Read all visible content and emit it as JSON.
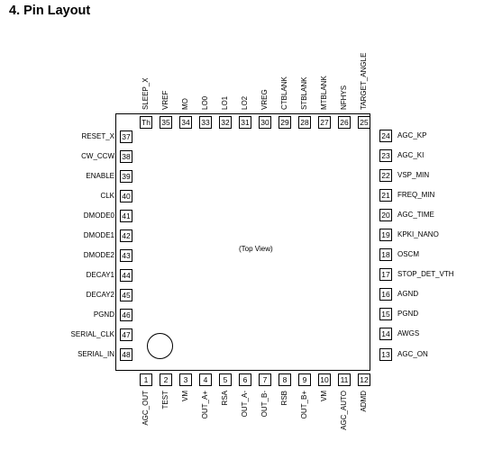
{
  "heading": "4. Pin Layout",
  "chip_center_label": "(Top View)",
  "pins": {
    "bottom": [
      {
        "num": "1",
        "name": "AGC_OUT"
      },
      {
        "num": "2",
        "name": "TEST"
      },
      {
        "num": "3",
        "name": "VM"
      },
      {
        "num": "4",
        "name": "OUT_A+"
      },
      {
        "num": "5",
        "name": "RSA"
      },
      {
        "num": "6",
        "name": "OUT_A-"
      },
      {
        "num": "7",
        "name": "OUT_B-"
      },
      {
        "num": "8",
        "name": "RSB"
      },
      {
        "num": "9",
        "name": "OUT_B+"
      },
      {
        "num": "10",
        "name": "VM"
      },
      {
        "num": "11",
        "name": "AGC_AUTO"
      },
      {
        "num": "12",
        "name": "ADMD"
      }
    ],
    "right": [
      {
        "num": "24",
        "name": "AGC_KP"
      },
      {
        "num": "23",
        "name": "AGC_KI"
      },
      {
        "num": "22",
        "name": "VSP_MIN"
      },
      {
        "num": "21",
        "name": "FREQ_MIN"
      },
      {
        "num": "20",
        "name": "AGC_TIME"
      },
      {
        "num": "19",
        "name": "KPKI_NANO"
      },
      {
        "num": "18",
        "name": "OSCM"
      },
      {
        "num": "17",
        "name": "STOP_DET_VTH"
      },
      {
        "num": "16",
        "name": "AGND"
      },
      {
        "num": "15",
        "name": "PGND"
      },
      {
        "num": "14",
        "name": "AWGS"
      },
      {
        "num": "13",
        "name": "AGC_ON"
      }
    ],
    "top": [
      {
        "num": "Th",
        "name": "SLEEP_X"
      },
      {
        "num": "35",
        "name": "VREF"
      },
      {
        "num": "34",
        "name": "MO"
      },
      {
        "num": "33",
        "name": "LO0"
      },
      {
        "num": "32",
        "name": "LO1"
      },
      {
        "num": "31",
        "name": "LO2"
      },
      {
        "num": "30",
        "name": "VREG"
      },
      {
        "num": "29",
        "name": "CTBLANK"
      },
      {
        "num": "28",
        "name": "STBLANK"
      },
      {
        "num": "27",
        "name": "MTBLANK"
      },
      {
        "num": "26",
        "name": "NFHYS"
      },
      {
        "num": "25",
        "name": "TARGET_ANGLE"
      }
    ],
    "left": [
      {
        "num": "37",
        "name": "RESET_X"
      },
      {
        "num": "38",
        "name": "CW_CCW"
      },
      {
        "num": "39",
        "name": "ENABLE"
      },
      {
        "num": "40",
        "name": "CLK"
      },
      {
        "num": "41",
        "name": "DMODE0"
      },
      {
        "num": "42",
        "name": "DMODE1"
      },
      {
        "num": "43",
        "name": "DMODE2"
      },
      {
        "num": "44",
        "name": "DECAY1"
      },
      {
        "num": "45",
        "name": "DECAY2"
      },
      {
        "num": "46",
        "name": "PGND"
      },
      {
        "num": "47",
        "name": "SERIAL_CLK"
      },
      {
        "num": "48",
        "name": "SERIAL_IN"
      }
    ]
  }
}
